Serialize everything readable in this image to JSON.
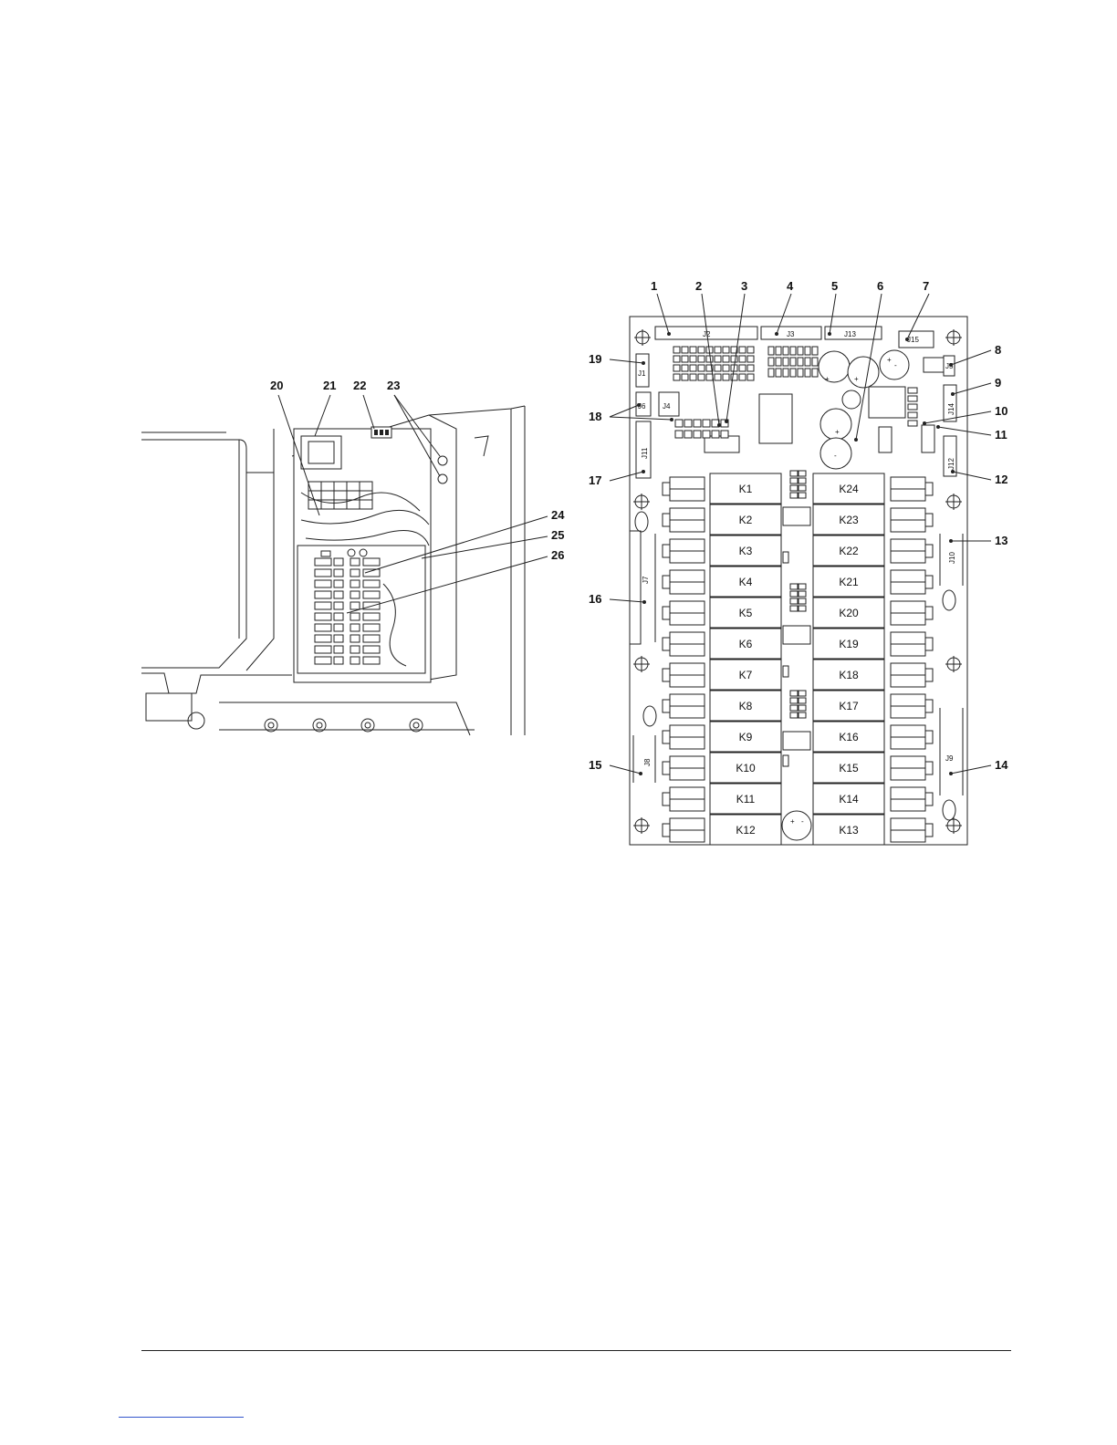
{
  "left_figure": {
    "callouts": [
      "20",
      "21",
      "22",
      "23",
      "24",
      "25",
      "26"
    ]
  },
  "board": {
    "callouts": [
      "1",
      "2",
      "3",
      "4",
      "5",
      "6",
      "7",
      "8",
      "9",
      "10",
      "11",
      "12",
      "13",
      "14",
      "15",
      "16",
      "17",
      "18",
      "19"
    ],
    "connectors": {
      "j2": "J2",
      "j3": "J3",
      "j13": "J13",
      "j15": "J15",
      "j5": "J5",
      "j14": "J14",
      "j12": "J12",
      "j10": "J10",
      "j9": "J9",
      "j8": "J8",
      "j7": "J7",
      "j11": "J11",
      "j6": "J6",
      "j4": "J4",
      "j1": "J1"
    },
    "relays_left": [
      "K1",
      "K2",
      "K3",
      "K4",
      "K5",
      "K6",
      "K7",
      "K8",
      "K9",
      "K10",
      "K11",
      "K12"
    ],
    "relays_right": [
      "K24",
      "K23",
      "K22",
      "K21",
      "K20",
      "K19",
      "K18",
      "K17",
      "K16",
      "K15",
      "K14",
      "K13"
    ],
    "polarity": {
      "plus": "+",
      "minus": "-"
    }
  }
}
